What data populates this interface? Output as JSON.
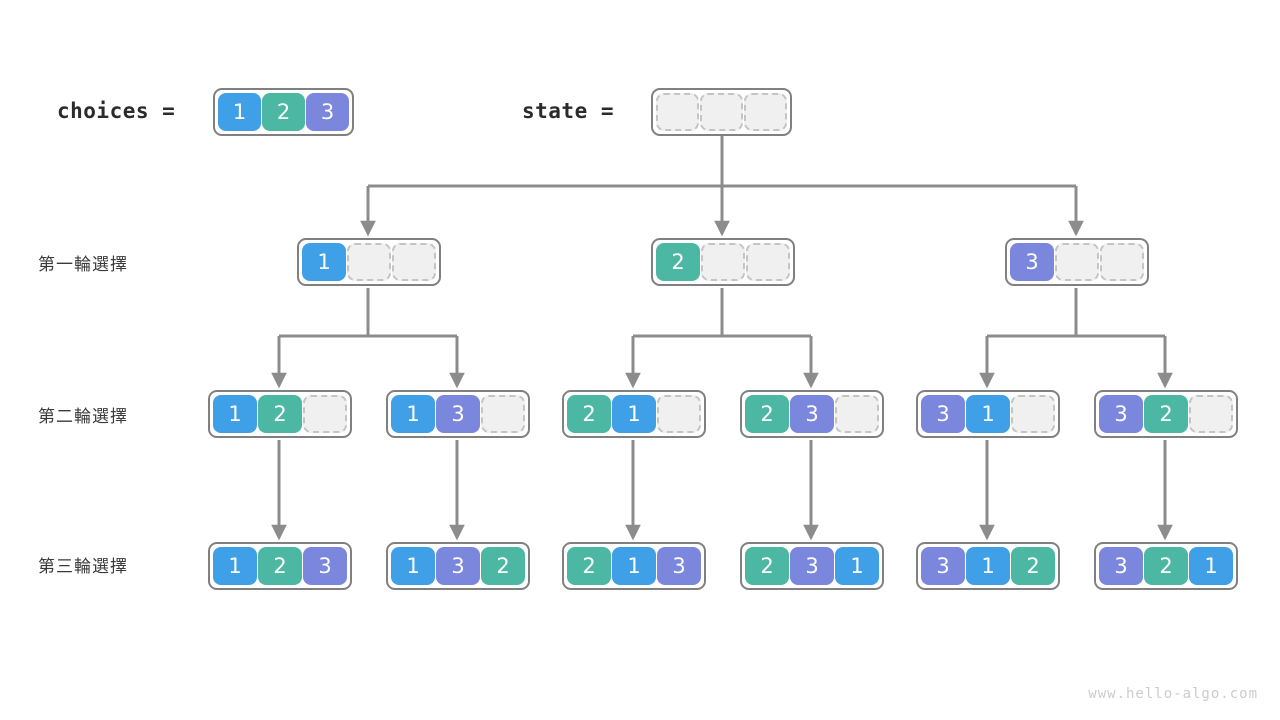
{
  "watermark": "www.hello-algo.com",
  "header": {
    "choices_label": "choices =",
    "state_label": "state =",
    "choices_values": [
      "1",
      "2",
      "3"
    ],
    "state_values": [
      "",
      "",
      ""
    ]
  },
  "row_labels": {
    "round1": "第一輪選擇",
    "round2": "第二輪選擇",
    "round3": "第三輪選擇"
  },
  "colors": {
    "value_1": "#3fa0e8",
    "value_2": "#4cb8a4",
    "value_3": "#7b87dd",
    "empty_fill": "#f0f0f0",
    "empty_border": "#c4c4c4",
    "node_border": "#808080",
    "edge": "#8c8c8c",
    "label_text": "#3a3a3a",
    "watermark": "#cccccc"
  },
  "tree": {
    "root": {
      "label": "state",
      "values": [
        "",
        "",
        ""
      ]
    },
    "round1": [
      {
        "values": [
          "1",
          "",
          ""
        ]
      },
      {
        "values": [
          "2",
          "",
          ""
        ]
      },
      {
        "values": [
          "3",
          "",
          ""
        ]
      }
    ],
    "round2": [
      {
        "values": [
          "1",
          "2",
          ""
        ]
      },
      {
        "values": [
          "1",
          "3",
          ""
        ]
      },
      {
        "values": [
          "2",
          "1",
          ""
        ]
      },
      {
        "values": [
          "2",
          "3",
          ""
        ]
      },
      {
        "values": [
          "3",
          "1",
          ""
        ]
      },
      {
        "values": [
          "3",
          "2",
          ""
        ]
      }
    ],
    "round3": [
      {
        "values": [
          "1",
          "2",
          "3"
        ]
      },
      {
        "values": [
          "1",
          "3",
          "2"
        ]
      },
      {
        "values": [
          "2",
          "1",
          "3"
        ]
      },
      {
        "values": [
          "2",
          "3",
          "1"
        ]
      },
      {
        "values": [
          "3",
          "1",
          "2"
        ]
      },
      {
        "values": [
          "3",
          "2",
          "1"
        ]
      }
    ]
  },
  "chart_data": {
    "type": "diagram",
    "title": "Permutation backtracking tree",
    "levels": [
      "第一輪選擇",
      "第二輪選擇",
      "第三輪選擇"
    ],
    "leaves": [
      "123",
      "132",
      "213",
      "231",
      "312",
      "321"
    ]
  }
}
